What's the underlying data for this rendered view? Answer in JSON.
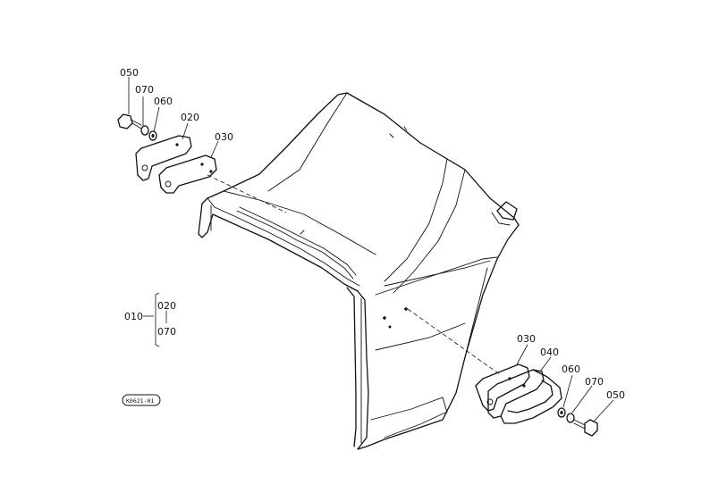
{
  "callouts": {
    "left_050": "050",
    "left_070": "070",
    "left_060": "060",
    "left_020": "020",
    "left_030": "030",
    "right_030": "030",
    "right_040": "040",
    "right_060": "060",
    "right_070": "070",
    "right_050": "050"
  },
  "assembly": {
    "parent": "010",
    "child_1": "020",
    "child_2": "070"
  },
  "stamp": {
    "code": "K0621-01"
  }
}
